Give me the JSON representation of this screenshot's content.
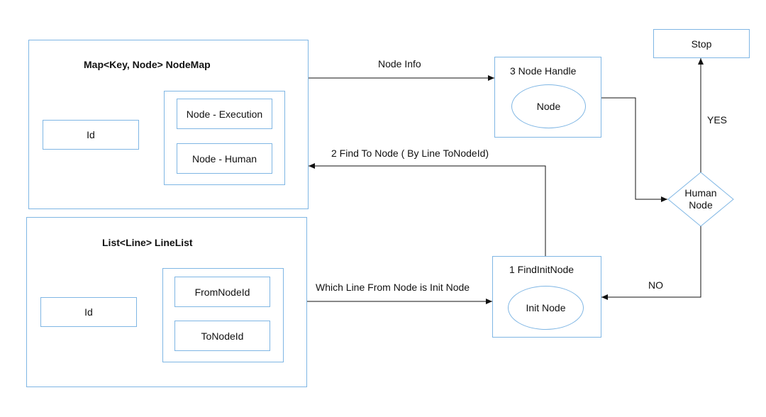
{
  "node_map": {
    "title": "Map<Key, Node> NodeMap",
    "id_label": "Id",
    "items": [
      "Node - Execution",
      "Node - Human"
    ]
  },
  "line_list": {
    "title": "List<Line> LineList",
    "id_label": "Id",
    "items": [
      "FromNodeId",
      "ToNodeId"
    ]
  },
  "node_handle": {
    "title": "3 Node Handle",
    "inner": "Node"
  },
  "find_init_node": {
    "title": "1 FindInitNode",
    "inner": "Init Node"
  },
  "stop": {
    "label": "Stop"
  },
  "decision": {
    "line1": "Human",
    "line2": "Node"
  },
  "edge_labels": {
    "node_info": "Node Info",
    "find_to_node": "2 Find To Node ( By Line ToNodeId)",
    "which_line": "Which Line From Node is Init Node",
    "yes": "YES",
    "no": "NO"
  }
}
